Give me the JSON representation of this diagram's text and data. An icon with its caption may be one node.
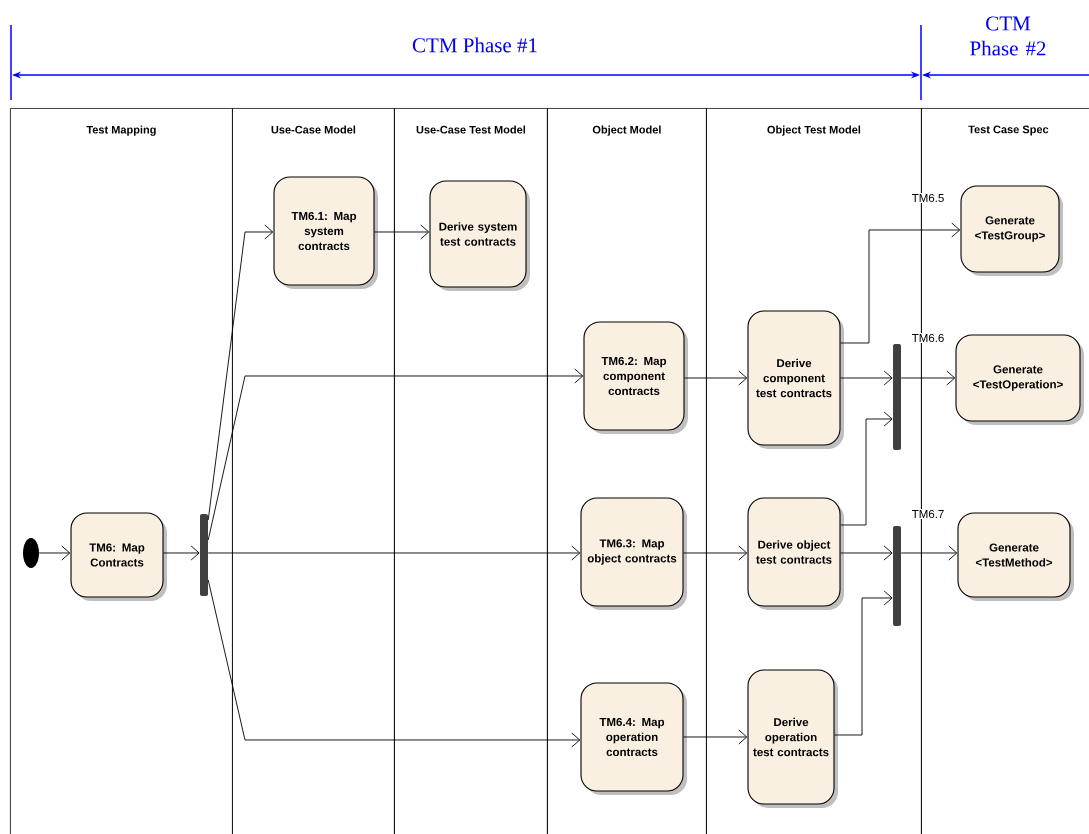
{
  "diagram": {
    "nodes": [
      {
        "text": [
          "Test Mapping"
        ]
      },
      {
        "text": [
          "Use-Case Model"
        ]
      },
      {
        "text": [
          "Use-Case Test Model"
        ]
      },
      {
        "text": [
          "Object Model"
        ]
      },
      {
        "text": [
          "Object Test Model"
        ]
      },
      {
        "text": [
          "Test Case Spec"
        ]
      },
      {
        "text": [],
        "shape": "circle",
        "in": 0
      },
      {
        "text": [
          "TM6: Map Contracts"
        ],
        "in": 0
      },
      {
        "text": [],
        "shape": "bar",
        "in": 0
      },
      {
        "text": [
          "TM6.1: Map system contracts"
        ],
        "in": 1
      },
      {
        "text": [
          "Derive system test contracts"
        ],
        "in": 2
      },
      {
        "text": [
          "TM6.2: Map component contracts"
        ],
        "in": 3
      },
      {
        "text": [
          "TM6.3: Map object contracts"
        ],
        "in": 3
      },
      {
        "text": [
          "TM6.4: Map operation contracts"
        ],
        "in": 3
      },
      {
        "text": [
          "Derive component test contracts"
        ],
        "in": 4
      },
      {
        "text": [
          "Derive object test contracts"
        ],
        "in": 4
      },
      {
        "text": [
          "Derive operation test contracts"
        ],
        "in": 4
      },
      {
        "text": [],
        "shape": "bar",
        "in": 4,
        "beside": [
          "TM6.6"
        ]
      },
      {
        "text": [],
        "shape": "bar",
        "in": 4,
        "beside": [
          "TM6.7"
        ]
      },
      {
        "text": [
          "Generate <TestGroup>"
        ],
        "in": 5
      },
      {
        "text": [
          "Generate <TestOperation>"
        ],
        "in": 5
      },
      {
        "text": [
          "Generate <TestMethod>"
        ],
        "in": 5
      }
    ],
    "edges": [
      {
        "from": 6,
        "to": 7,
        "arrow": "to"
      },
      {
        "from": 7,
        "to": 8,
        "arrow": "to"
      },
      {
        "from": 8,
        "to": 9,
        "arrow": "to"
      },
      {
        "from": 8,
        "to": 11,
        "arrow": "to"
      },
      {
        "from": 8,
        "to": 12,
        "arrow": "to"
      },
      {
        "from": 8,
        "to": 13,
        "arrow": "to"
      },
      {
        "from": 9,
        "to": 10,
        "arrow": "to"
      },
      {
        "from": 11,
        "to": 14,
        "arrow": "to"
      },
      {
        "from": 12,
        "to": 15,
        "arrow": "to"
      },
      {
        "from": 13,
        "to": 16,
        "arrow": "to"
      },
      {
        "from": 14,
        "to": 19,
        "arrow": "to",
        "label": "TM6.5"
      },
      {
        "from": 14,
        "to": 17,
        "arrow": "to"
      },
      {
        "from": 15,
        "to": 17,
        "arrow": "to"
      },
      {
        "from": 17,
        "to": 20,
        "arrow": "to"
      },
      {
        "from": 15,
        "to": 18,
        "arrow": "to"
      },
      {
        "from": 16,
        "to": 18,
        "arrow": "to"
      },
      {
        "from": 18,
        "to": 21,
        "arrow": "to"
      }
    ],
    "labels": [
      "CTM Phase #1",
      "CTM Phase #2"
    ]
  }
}
